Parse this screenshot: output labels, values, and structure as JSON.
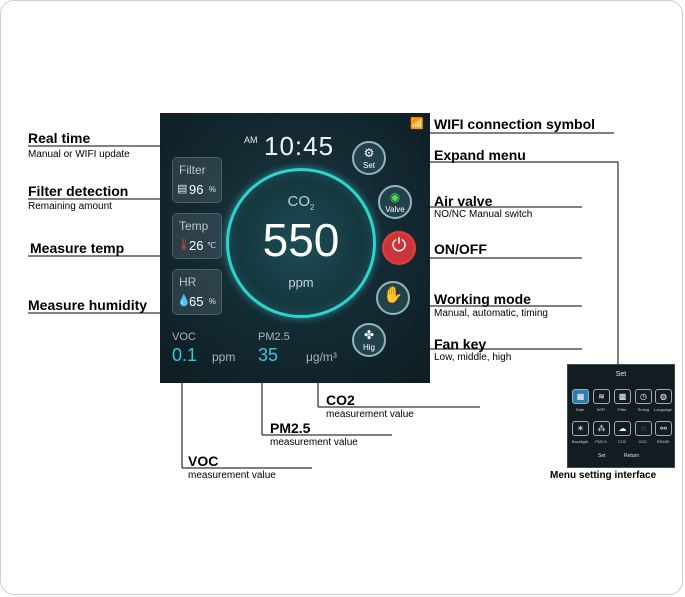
{
  "screen": {
    "clock_am": "AM",
    "clock_time": "10:45",
    "filter": {
      "label": "Filter",
      "value": "96",
      "unit": "%"
    },
    "temp": {
      "label": "Temp",
      "value": "26",
      "unit": "℃"
    },
    "humidity": {
      "label": "HR",
      "value": "65",
      "unit": "%"
    },
    "co2": {
      "label": "CO",
      "label_sub": "2",
      "value": "550",
      "unit": "ppm"
    },
    "buttons": {
      "set": "Set",
      "valve": "Valve",
      "fan": "Hig"
    },
    "voc": {
      "label": "VOC",
      "value": "0.1",
      "unit": "ppm"
    },
    "pm25": {
      "label": "PM2.5",
      "value": "35",
      "unit": "μg/m³"
    }
  },
  "annotations": {
    "real_time": {
      "title": "Real time",
      "sub": "Manual or WIFI update"
    },
    "filter_detection": {
      "title": "Filter detection",
      "sub": "Remaining amount"
    },
    "measure_temp": {
      "title": "Measure temp"
    },
    "measure_humidity": {
      "title": "Measure humidity"
    },
    "wifi": {
      "title": "WIFI connection symbol"
    },
    "expand_menu": {
      "title": "Expand menu"
    },
    "air_valve": {
      "title": "Air valve",
      "sub": "NO/NC Manual switch"
    },
    "on_off": {
      "title": "ON/OFF"
    },
    "working_mode": {
      "title": "Working mode",
      "sub": "Manual, automatic, timing"
    },
    "fan_key": {
      "title": "Fan key",
      "sub": "Low, middle, high"
    },
    "co2": {
      "title": "CO2",
      "sub": "measurement value"
    },
    "pm25": {
      "title": "PM2.5",
      "sub": "measurement value"
    },
    "voc": {
      "title": "VOC",
      "sub": "measurement value"
    }
  },
  "menu": {
    "title": "Set",
    "row1": [
      "Date",
      "WIFI",
      "Filter",
      "Timing",
      "Language"
    ],
    "row2": [
      "Backlight",
      "PM2.5",
      "CO2",
      "VOC",
      "RS485"
    ],
    "set_label": "Set",
    "return_label": "Return",
    "caption": "Menu setting interface"
  },
  "colors": {
    "accent": "#2fd3d0",
    "power": "#c9363a",
    "value": "#33c9e0"
  }
}
